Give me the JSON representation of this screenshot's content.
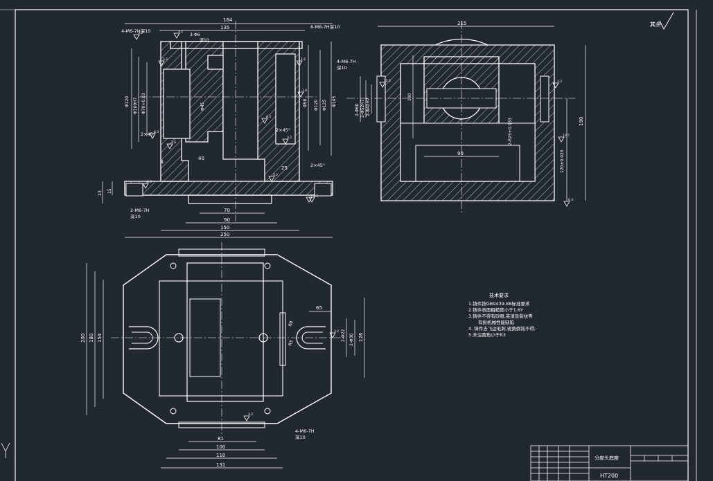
{
  "drawing": {
    "roughness_note": "其余",
    "material": "HT200",
    "part_name": "分度头底座",
    "tech_req": {
      "title": "技术要求",
      "lines": [
        "1.铸件按GB9439-88标准要求",
        "2.铸件表面粗糙度小于1.6Y",
        "3.铸件不得有砂眼,夹渣及裂纹等",
        "有损机械性能缺陷",
        "4.  铸件去飞边毛刺,锐角倒钝不得;",
        "5.未注圆角小于R3"
      ]
    },
    "front_view": {
      "dims": {
        "overall_top": "164",
        "inner_top": "135",
        "bore_top": "3-Φ6",
        "bore_top_depth": "深10",
        "thread_left": "4-M6-7H深10",
        "thread_right": "8-M8-7H深10",
        "height_outer": "Φ120",
        "d1": "Φ100H7",
        "d2": "Φ70+0.03",
        "d3": "Φ45",
        "d4": "Φ58",
        "d5": "Φ120",
        "d6": "Φ125",
        "d7": "Φ145",
        "chamfer1": "2×45°",
        "chamfer2": "2×45°",
        "chamfer3": "2×45°",
        "dim_40": "40",
        "dim_25": "25",
        "dim_8": "8",
        "base_h1": "23",
        "base_h2": "15",
        "bottom_thread": "2-M6-7H",
        "bottom_thread_depth": "深10",
        "b70": "70",
        "b90": "90",
        "b150": "150",
        "b250": "250"
      }
    },
    "side_view": {
      "dims": {
        "top": "215",
        "thread": "4-M6-7H",
        "thread_depth": "深10",
        "d1": "2-Φ60",
        "d2": "2-Φ52H7",
        "d3": "2-Φ42H7",
        "h100": "100",
        "w90": "90",
        "r": "2-R25+0.033",
        "h120": "120±0.025",
        "h190": "190"
      }
    },
    "top_view": {
      "dims": {
        "h200": "200",
        "h180": "180",
        "h154": "154",
        "r18": "R8",
        "r2": "R3",
        "s65": "65",
        "d30": "2-Φ30",
        "d22": "2-Φ22",
        "h126": "126",
        "thread": "4-M6-7H",
        "thread_depth": "深10",
        "b81": "81",
        "b100": "100",
        "b110": "110",
        "b131": "131"
      }
    },
    "roughness_values": [
      "3.2",
      "3.2",
      "1.6",
      "3.2",
      "6.3",
      "3.2",
      "1.6",
      "1.6",
      "3.2",
      "6.3",
      "3.2",
      "12.5",
      "3.2",
      "12.5",
      "6.3",
      "3.2",
      "3.2",
      "3.2",
      "6.3"
    ]
  }
}
